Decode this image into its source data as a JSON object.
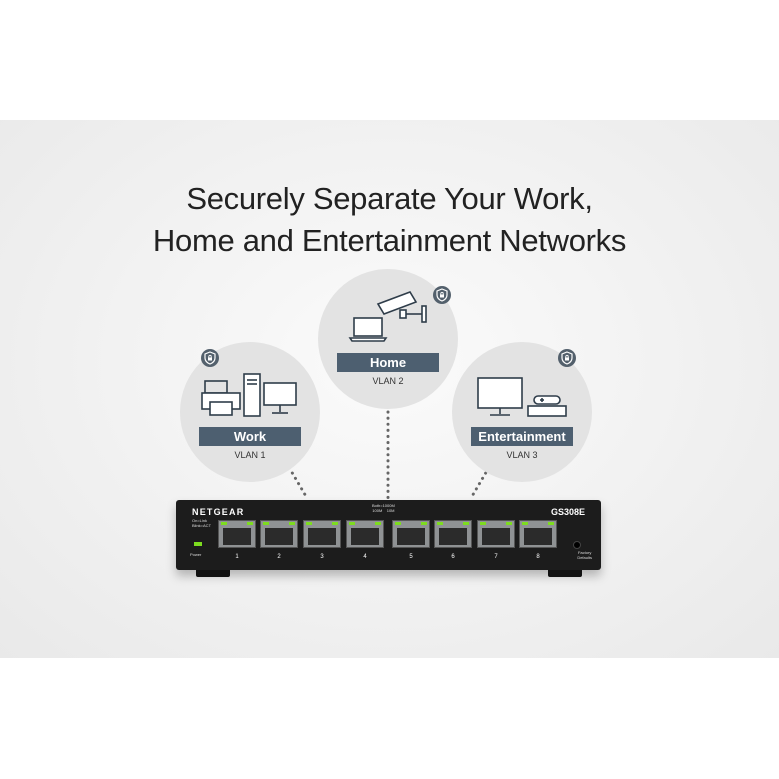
{
  "headline": {
    "line1": "Securely Separate Your Work,",
    "line2": "Home and Entertainment Networks"
  },
  "networks": [
    {
      "name": "Work",
      "vlan": "VLAN 1",
      "icons": [
        "printer-icon",
        "desktop-tower-icon",
        "monitor-icon",
        "shield-lock-icon"
      ]
    },
    {
      "name": "Home",
      "vlan": "VLAN 2",
      "icons": [
        "laptop-icon",
        "security-camera-icon",
        "shield-lock-icon"
      ]
    },
    {
      "name": "Entertainment",
      "vlan": "VLAN 3",
      "icons": [
        "tv-icon",
        "game-console-icon",
        "shield-lock-icon"
      ]
    }
  ],
  "switch": {
    "brand": "NETGEAR",
    "model": "GS308E",
    "led_legend_left": "On=Link\nBlink=ACT",
    "led_legend_speed_top": "Both=1000M",
    "led_legend_speed_bottom": "100M    10M",
    "power_label": "Power",
    "reset_label": "Factory\nDefaults",
    "ports": [
      "1",
      "2",
      "3",
      "4",
      "5",
      "6",
      "7",
      "8"
    ]
  },
  "colors": {
    "label_bar": "#4d5f70",
    "circle": "#e3e3e3",
    "led": "#7ddc1f",
    "switch_body": "#1c1c1c"
  }
}
